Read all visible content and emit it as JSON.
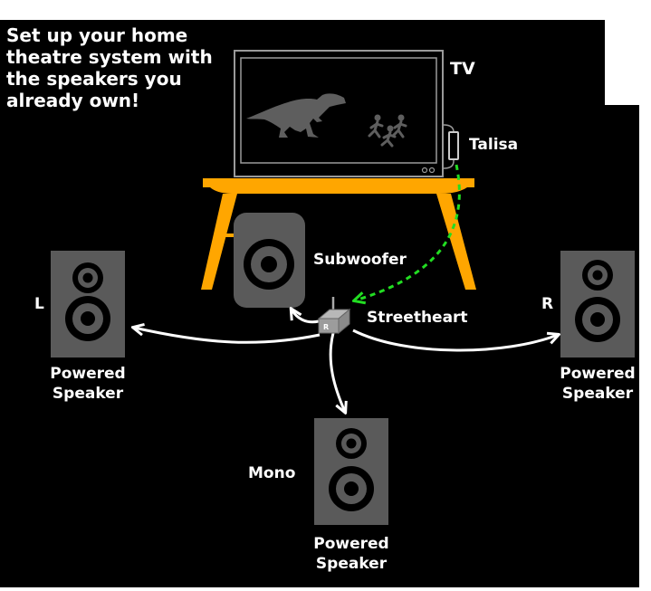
{
  "headline": {
    "line1": "Set up your home",
    "line2": "theatre system with",
    "line3": "the speakers you",
    "line4": "already own!"
  },
  "labels": {
    "tv": "TV",
    "talisa": "Talisa",
    "subwoofer": "Subwoofer",
    "streetheart": "Streetheart",
    "streetheart_badge": "R",
    "left_channel": "L",
    "right_channel": "R",
    "mono_channel": "Mono"
  },
  "speakers": {
    "left": {
      "line1": "Powered",
      "line2": "Speaker"
    },
    "right": {
      "line1": "Powered",
      "line2": "Speaker"
    },
    "mono": {
      "line1": "Powered",
      "line2": "Speaker"
    }
  },
  "colors": {
    "background": "#000000",
    "stand": "#ffa600",
    "speaker_body": "#5a5a5a",
    "wireless_link": "#22dd22",
    "connection": "#ffffff"
  }
}
